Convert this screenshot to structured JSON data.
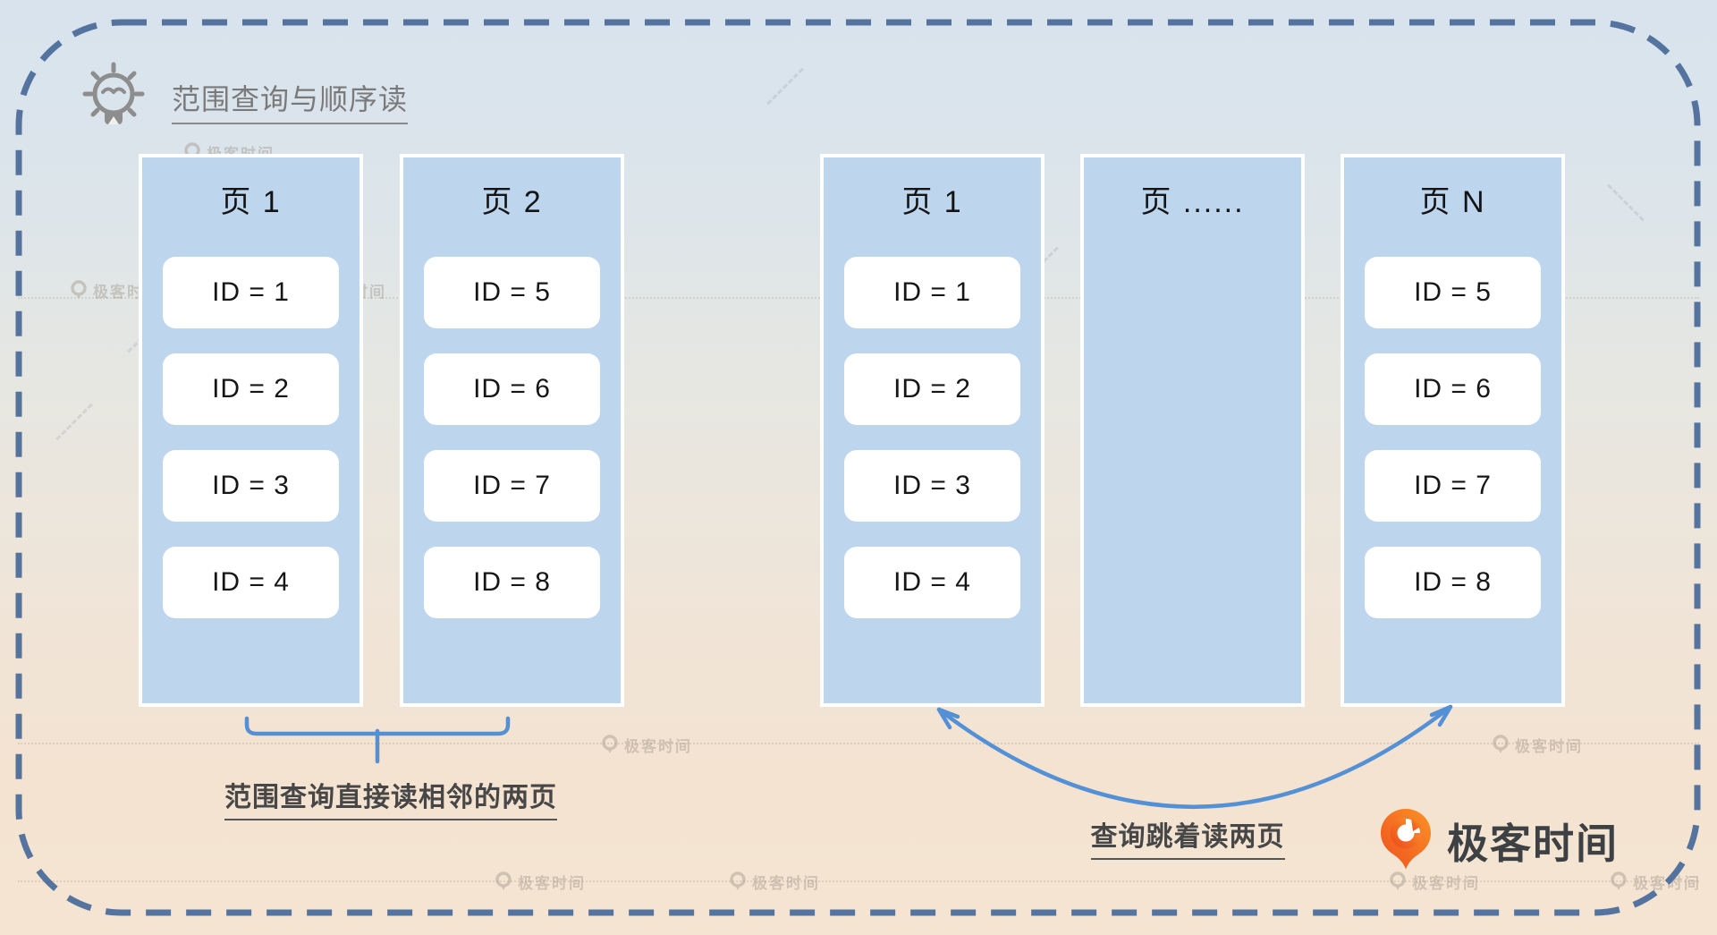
{
  "header": {
    "title": "范围查询与顺序读"
  },
  "pages": [
    {
      "title": "页 1",
      "ids": [
        "ID = 1",
        "ID = 2",
        "ID = 3",
        "ID = 4"
      ]
    },
    {
      "title": "页 2",
      "ids": [
        "ID = 5",
        "ID = 6",
        "ID = 7",
        "ID = 8"
      ]
    },
    {
      "title": "页 1",
      "ids": [
        "ID = 1",
        "ID = 2",
        "ID = 3",
        "ID = 4"
      ]
    },
    {
      "title": "页 ......",
      "ids": []
    },
    {
      "title": "页 N",
      "ids": [
        "ID = 5",
        "ID = 6",
        "ID = 7",
        "ID = 8"
      ]
    }
  ],
  "annotations": {
    "left_brace_label": "范围查询直接读相邻的两页",
    "right_arrow_label": "查询跳着读两页"
  },
  "logo": {
    "text": "极客时间"
  },
  "watermark": {
    "label": "极客时间"
  },
  "colors": {
    "accent_blue": "#5390d6",
    "page_fill_blue": "#bed5ee",
    "border_dash_blue": "#54749f",
    "brand_orange": "#f4661f",
    "label_gray": "#474747"
  }
}
